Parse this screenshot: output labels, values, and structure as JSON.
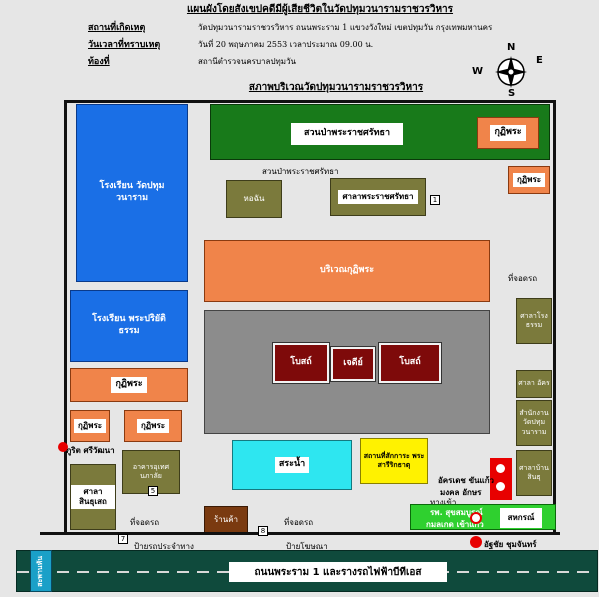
{
  "header": {
    "title": "แผนผังโดยสังเขปคดีมีผู้เสียชีวิตในวัดปทุมวนารามราชวรวิหาร",
    "place_label": "สถานที่เกิดเหตุ",
    "place_value": "วัดปทุมวนารามราชวรวิหาร ถนนพระราม 1 แขวงวังใหม่ เขตปทุมวัน กรุงเทพมหานคร",
    "date_label": "วันเวลาที่ทราบเหตุ",
    "date_value": "วันที่ 20 พฤษภาคม 2553 เวลาประมาณ 09.00 น.",
    "area_label": "ท้องที่",
    "area_value": "สถานีตำรวจนครบาลปทุมวัน",
    "map_title": "สภาพบริเวณวัดปทุมวนารามราชวรวิหาร"
  },
  "compass": {
    "n": "N",
    "s": "S",
    "e": "E",
    "w": "W"
  },
  "buildings": {
    "school_1": "โรงเรียน วัดปทุมวนาราม",
    "school_2": "โรงเรียน พระปริยัติธรรม",
    "royal_garden": "สวนป่าพระราชศรัทธา",
    "royal_garden_label": "สวนป่าพระราชศรัทธา",
    "kuti_top_right": "กุฏิพระ",
    "kuti_right_small": "กุฏิพระ",
    "pond_building": "หอฉัน",
    "sala": "ศาลาพระราชศรัทธา",
    "kuti_area": "บริเวณกุฏิพระ",
    "bot_left": "โบสถ์",
    "chedi": "เจดีย์",
    "bot_right": "โบสถ์",
    "kuti_left": "กุฏิพระ",
    "kuti_left_small": "กุฏิพระ",
    "kuti_left_small2": "กุฏิพระ",
    "pool": "สระน้ำ",
    "monument": "สถานที่สักการะ พระสารีริกธาตุ",
    "sala_sinthorn": "ศาลา สินธุเสถ",
    "sala_right_1": "ศาลาโรง ธรรม",
    "sala_right_2": "ศาลา อัคร",
    "sala_right_3": "สำนักงาน วัดปทุม วนาราม",
    "sala_right_4": "ศาลาบ้าน สินธุ",
    "cooperative": "สหกรณ์",
    "hall_2": "อาคารอุเทศ นภาลัย",
    "shop": "ร้านค้า",
    "entry_gate": "ที่จอดรถ",
    "entry_gate_2": "ที่จอดรถ",
    "parking_right": "ที่จอดรถ",
    "gate_left": "ป้ายรถประจำทาง",
    "gate_bus": "ป้ายโฆษณา",
    "dead_1": "ภูริต ศรีวัฒนา",
    "dead_2": "อัครเดช ขันแก้ว",
    "dead_3": "มงคล อักษร",
    "dead_4": "รพ. สุขสมบูรณ์",
    "dead_5": "กมลเกด เข้าแก้ว",
    "dead_6": "อัฐชัย ชุมจันทร์",
    "exit_label": "ทางเข้า",
    "road": "ถนนพระราม 1 และรางรถไฟฟ้าบีทีเอส",
    "station": "สะพานหัน"
  },
  "numbers": {
    "n1": "1",
    "n5": "5",
    "n7": "7",
    "n8": "8"
  },
  "colors": {
    "school_blue": "#1a6fe6",
    "garden_green": "#187a1a",
    "kuti_orange": "#f0844a",
    "courtyard_gray": "#8c8c8c",
    "pool_cyan": "#2ee6f0",
    "bot_maroon": "#7e0a0a",
    "road_teal": "#0f4a3c",
    "victim_red": "#e80000"
  }
}
